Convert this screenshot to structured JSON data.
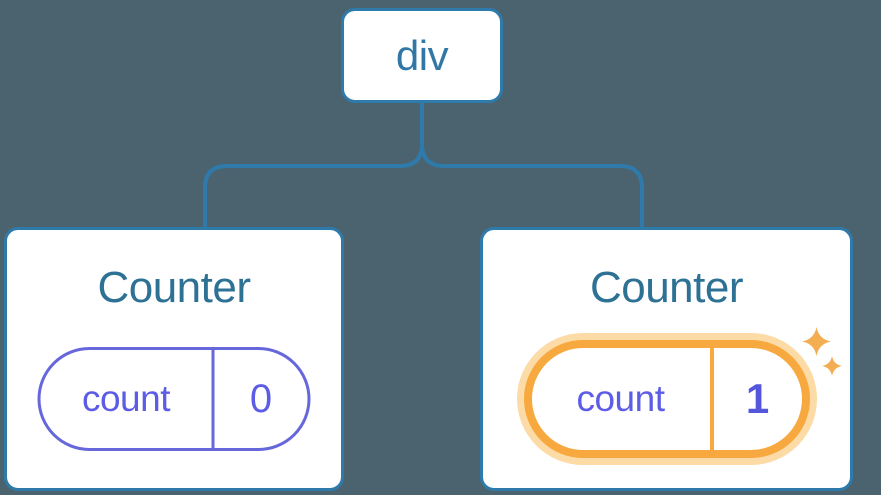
{
  "tree": {
    "root": {
      "label": "div"
    },
    "children": [
      {
        "title": "Counter",
        "state": {
          "key": "count",
          "value": "0"
        },
        "highlighted": false
      },
      {
        "title": "Counter",
        "state": {
          "key": "count",
          "value": "1"
        },
        "highlighted": true
      }
    ]
  },
  "icons": [
    {
      "name": "sparkle-icon-large"
    },
    {
      "name": "sparkle-icon-small"
    }
  ],
  "colors": {
    "background": "#4a636e",
    "card_background": "#ffffff",
    "node_border_blue": "#2e7bab",
    "connector_blue": "#2e7bab",
    "title_text_blue": "#2d7195",
    "root_label_blue": "#3077a6",
    "state_text_purple": "#5c5ce6",
    "pill_border_purple": "#6767dc",
    "highlight_orange": "#f7a83e",
    "highlight_glow_orange": "#fcdba6",
    "sparkle_orange": "#f3ae53"
  }
}
